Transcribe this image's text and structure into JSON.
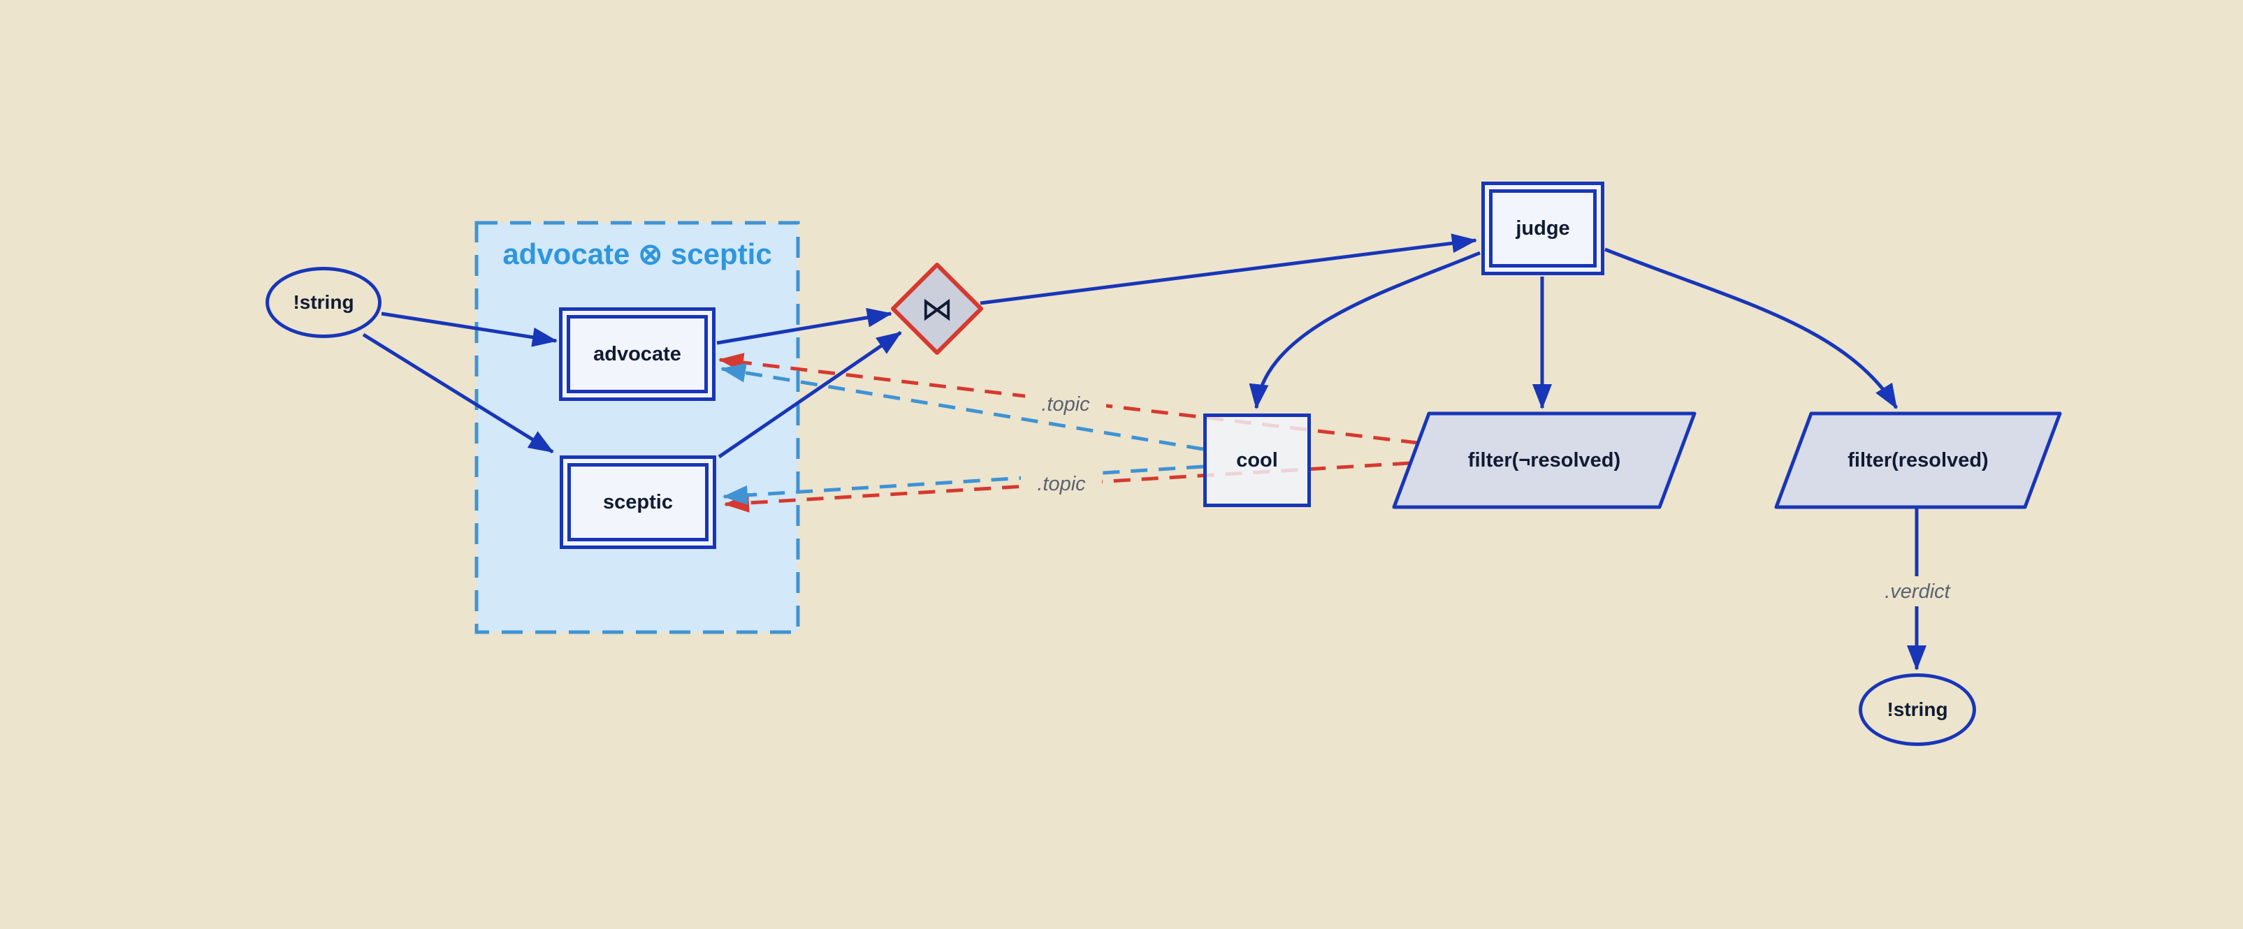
{
  "cluster": {
    "label": "advocate ⊗ sceptic"
  },
  "nodes": {
    "input_string": {
      "label": "!string",
      "shape": "ellipse"
    },
    "advocate": {
      "label": "advocate",
      "shape": "double-box"
    },
    "sceptic": {
      "label": "sceptic",
      "shape": "double-box"
    },
    "join": {
      "label": "⋈",
      "shape": "diamond"
    },
    "judge": {
      "label": "judge",
      "shape": "double-box"
    },
    "cool": {
      "label": "cool",
      "shape": "box"
    },
    "filter_not_resolved": {
      "label": "filter(¬resolved)",
      "shape": "parallelogram"
    },
    "filter_resolved": {
      "label": "filter(resolved)",
      "shape": "parallelogram"
    },
    "output_string": {
      "label": "!string",
      "shape": "ellipse"
    }
  },
  "edge_labels": {
    "topic_top": ".topic",
    "topic_bottom": ".topic",
    "verdict": ".verdict"
  },
  "edges": [
    {
      "from": "input_string",
      "to": "advocate",
      "style": "solid",
      "color": "#1836b8"
    },
    {
      "from": "input_string",
      "to": "sceptic",
      "style": "solid",
      "color": "#1836b8"
    },
    {
      "from": "advocate",
      "to": "join",
      "style": "solid",
      "color": "#1836b8"
    },
    {
      "from": "sceptic",
      "to": "join",
      "style": "solid",
      "color": "#1836b8"
    },
    {
      "from": "join",
      "to": "judge",
      "style": "solid",
      "color": "#1836b8"
    },
    {
      "from": "judge",
      "to": "cool",
      "style": "solid",
      "color": "#1836b8"
    },
    {
      "from": "judge",
      "to": "filter_not_resolved",
      "style": "solid",
      "color": "#1836b8"
    },
    {
      "from": "judge",
      "to": "filter_resolved",
      "style": "solid",
      "color": "#1836b8"
    },
    {
      "from": "filter_resolved",
      "to": "output_string",
      "style": "solid",
      "color": "#1836b8",
      "label": ".verdict"
    },
    {
      "from": "filter_not_resolved",
      "to": "advocate",
      "style": "dashed",
      "color": "#d6392f",
      "label": ".topic"
    },
    {
      "from": "filter_not_resolved",
      "to": "sceptic",
      "style": "dashed",
      "color": "#d6392f",
      "label": ".topic"
    },
    {
      "from": "cool",
      "to": "advocate",
      "style": "dashed",
      "color": "#3f93d4"
    },
    {
      "from": "cool",
      "to": "sceptic",
      "style": "dashed",
      "color": "#3f93d4"
    }
  ],
  "colors": {
    "background": "#ece4cd",
    "edge_blue": "#1836b8",
    "dashed_blue": "#3f93d4",
    "dashed_red": "#d6392f",
    "cluster_fill": "#d3e8f8",
    "cluster_label": "#2e96dd",
    "node_fill": "#f2f5fc",
    "parallelogram_fill": "#d8dbe8",
    "diamond_fill": "#cbcedb",
    "text_dark": "#101b33",
    "label_gray": "#5b6270"
  }
}
